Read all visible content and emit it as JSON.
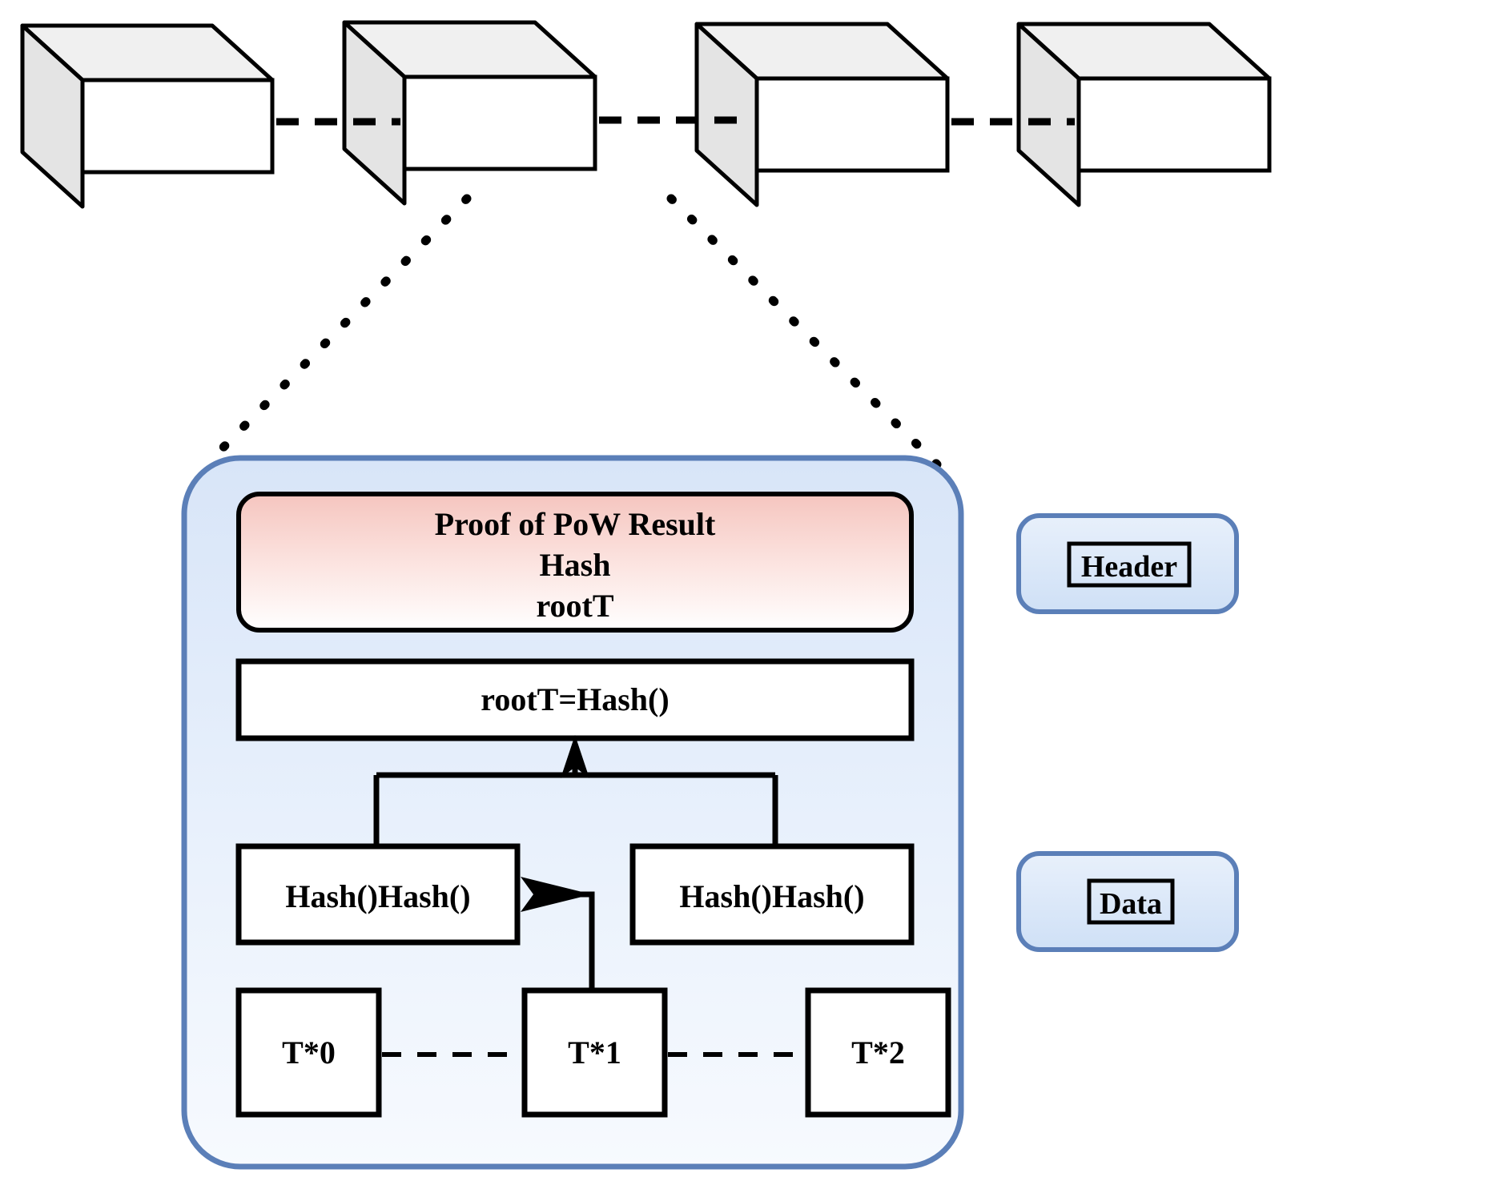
{
  "diagram": {
    "title": "Blockchain block structure with Merkle tree",
    "chain": {
      "label": "blockchain-chain",
      "block_count": 4,
      "connector_style": "dashed",
      "blocks": [
        {
          "name": "block-1",
          "label": ""
        },
        {
          "name": "block-2-expanded",
          "label": ""
        },
        {
          "name": "block-3",
          "label": ""
        },
        {
          "name": "block-4",
          "label": ""
        }
      ]
    },
    "zoom_connector": {
      "name": "dotted-expansion-lines",
      "style": "dotted"
    },
    "block_detail": {
      "name": "expanded-block-panel",
      "header_box": {
        "name": "header-fields-box",
        "lines": [
          "Proof of PoW Result",
          "Hash",
          "rootT"
        ]
      },
      "merkle_root_box": {
        "name": "merkle-root-box",
        "label": "rootT=Hash()"
      },
      "hash_nodes": [
        {
          "name": "hash-node-left",
          "label": "Hash()Hash()"
        },
        {
          "name": "hash-node-right",
          "label": "Hash()Hash()"
        }
      ],
      "transactions": [
        {
          "name": "transaction-t0",
          "label": "T*0"
        },
        {
          "name": "transaction-t1",
          "label": "T*1"
        },
        {
          "name": "transaction-t2",
          "label": "T*2"
        }
      ]
    },
    "legend": [
      {
        "name": "legend-header",
        "label": "Header"
      },
      {
        "name": "legend-data",
        "label": "Data"
      }
    ],
    "colors": {
      "panel_fill_top": "#dae6f8",
      "panel_fill_bottom": "#f4f8fe",
      "panel_border": "#5b7fb8",
      "header_gradient_top": "#f6c9c3",
      "header_gradient_bottom": "#ffffff",
      "box_fill": "#ffffff",
      "stroke": "#000000",
      "cube_top": "#f0f0f0",
      "cube_side": "#e2e2e2",
      "cube_front": "#ffffff"
    }
  }
}
